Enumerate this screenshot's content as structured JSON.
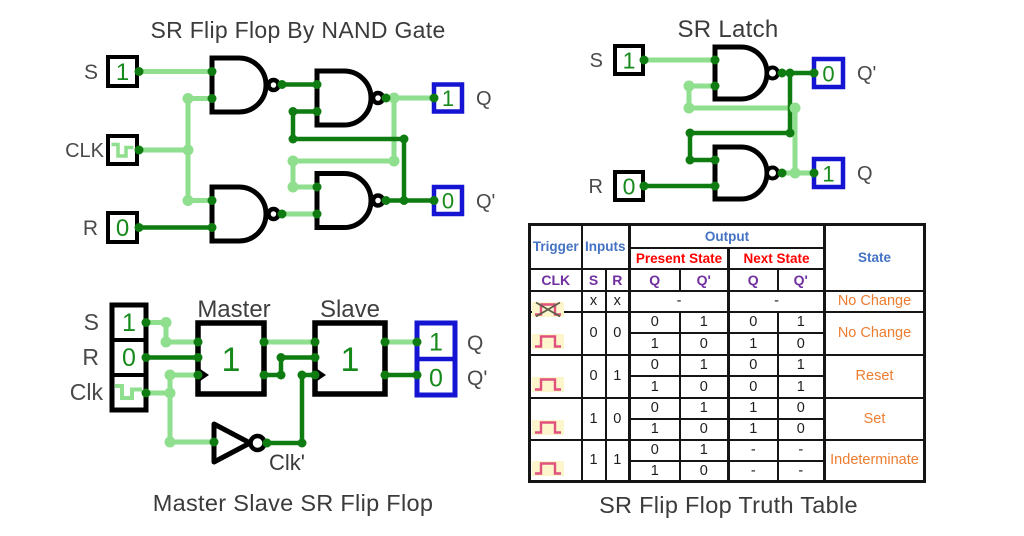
{
  "nand_ff": {
    "title": "SR Flip Flop By NAND Gate",
    "s_label": "S",
    "s_value": "1",
    "clk_label": "CLK",
    "r_label": "R",
    "r_value": "0",
    "q_label": "Q",
    "q_value": "1",
    "qp_label": "Q'",
    "qp_value": "0"
  },
  "sr_latch": {
    "title": "SR Latch",
    "s_label": "S",
    "s_value": "1",
    "r_label": "R",
    "r_value": "0",
    "qp_label": "Q'",
    "qp_value": "0",
    "q_label": "Q",
    "q_value": "1"
  },
  "master_slave": {
    "title": "Master Slave SR Flip Flop",
    "master_label": "Master",
    "slave_label": "Slave",
    "s_label": "S",
    "s_value": "1",
    "r_label": "R",
    "r_value": "0",
    "clk_label": "Clk",
    "clk_inv_label": "Clk'",
    "master_value": "1",
    "slave_value": "1",
    "q_label": "Q",
    "q_value": "1",
    "qp_label": "Q'",
    "qp_value": "0"
  },
  "truth_table": {
    "caption": "SR Flip Flop Truth Table",
    "headers": {
      "trigger": "Trigger",
      "inputs": "Inputs",
      "output": "Output",
      "present": "Present State",
      "next": "Next State",
      "state": "State",
      "clk": "CLK",
      "s": "S",
      "r": "R",
      "q": "Q",
      "qp": "Q'"
    },
    "rows": [
      {
        "s": "x",
        "r": "x",
        "present": "-",
        "next": "-",
        "state": "No Change"
      },
      {
        "s": "0",
        "r": "0",
        "sub": [
          [
            "0",
            "1",
            "0",
            "1"
          ],
          [
            "1",
            "0",
            "1",
            "0"
          ]
        ],
        "state": "No Change"
      },
      {
        "s": "0",
        "r": "1",
        "sub": [
          [
            "0",
            "1",
            "0",
            "1"
          ],
          [
            "1",
            "0",
            "0",
            "1"
          ]
        ],
        "state": "Reset"
      },
      {
        "s": "1",
        "r": "0",
        "sub": [
          [
            "0",
            "1",
            "1",
            "0"
          ],
          [
            "1",
            "0",
            "1",
            "0"
          ]
        ],
        "state": "Set"
      },
      {
        "s": "1",
        "r": "1",
        "sub": [
          [
            "0",
            "1",
            "-",
            "-"
          ],
          [
            "1",
            "0",
            "-",
            "-"
          ]
        ],
        "state": "Indeterminate"
      }
    ]
  },
  "icons": {
    "clock_pulse": "pulse-waveform-icon",
    "clock_blocked": "pulse-waveform-crossed-icon",
    "clk_waveform": "clock-step-waveform-icon"
  },
  "colors": {
    "wire_high": "#8fdf8f",
    "wire_low": "#0e7c10",
    "digit_green": "#178a1c",
    "box_blue": "#1414d2",
    "gate_black": "#000000",
    "header_blue": "#4472c4",
    "header_red": "#fe0000",
    "header_purple": "#7030a0",
    "state_orange": "#ed7d31",
    "pulse_pink": "#e0517e",
    "pulse_bg": "#fdf5cb"
  }
}
